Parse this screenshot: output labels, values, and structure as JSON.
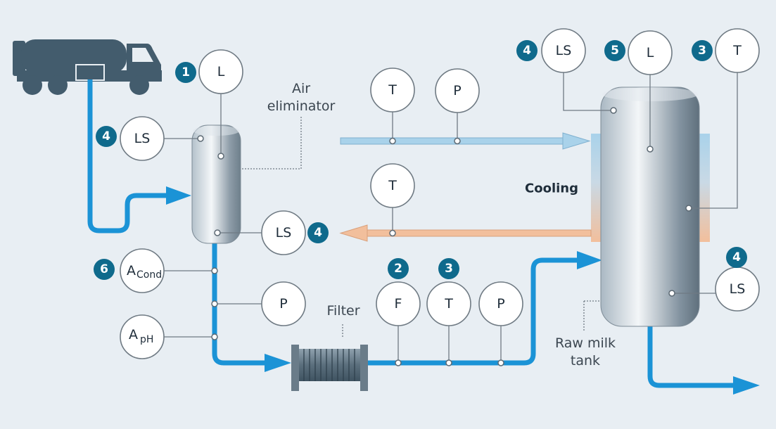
{
  "colors": {
    "background": "#e8eef3",
    "milk_pipe": "#1b93d6",
    "cold_line": "#a9d2ea",
    "warm_line": "#f2bf9c",
    "badge": "#0f6a8c",
    "truck": "#435c6d"
  },
  "icons": [
    "truck-icon",
    "air-eliminator-vessel",
    "filter-icon",
    "raw-milk-tank"
  ],
  "labels": {
    "air_eliminator_1": "Air",
    "air_eliminator_2": "eliminator",
    "cooling": "Cooling",
    "filter": "Filter",
    "raw_milk_tank_1": "Raw milk",
    "raw_milk_tank_2": "tank"
  },
  "instruments": {
    "truck_ls": "LS",
    "eliminator_l": "L",
    "eliminator_ls": "LS",
    "cond_a": "A",
    "cond_sub": "Cond",
    "ph_a": "A",
    "ph_sub": "pH",
    "line_p": "P",
    "cool_in_t": "T",
    "cool_in_p": "P",
    "cool_out_t": "T",
    "inlet_f": "F",
    "inlet_t": "T",
    "inlet_p": "P",
    "tank_ls_top": "LS",
    "tank_l": "L",
    "tank_t": "T",
    "tank_ls_bottom": "LS"
  },
  "badges": {
    "eliminator_l": "1",
    "truck_ls": "4",
    "eliminator_ls": "4",
    "cond": "6",
    "inlet_f": "2",
    "inlet_t": "3",
    "tank_ls_top": "4",
    "tank_l": "5",
    "tank_t": "3",
    "tank_ls_bottom": "4"
  }
}
